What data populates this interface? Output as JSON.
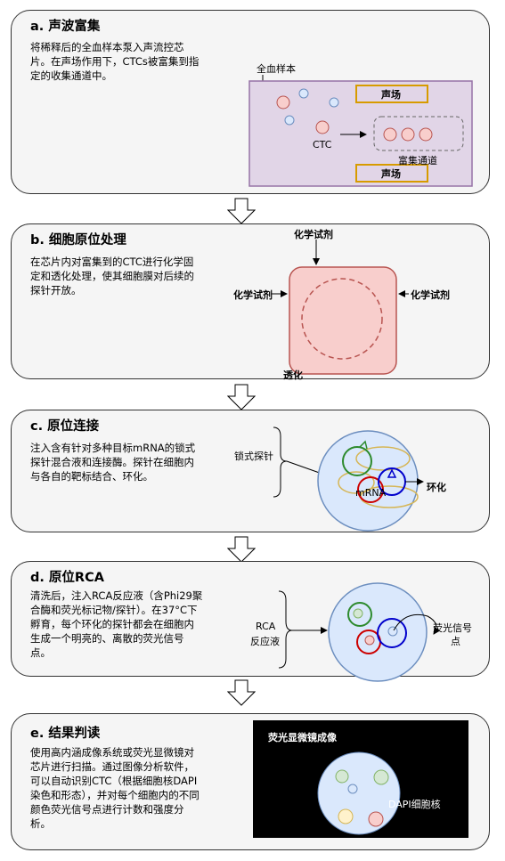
{
  "panel_a": {
    "title": "a. 声波富集",
    "desc": [
      "将稀释后的全血样本泵入声流控芯",
      "片。在声场作用下，CTCs被富集到指",
      "定的收集通道中。"
    ],
    "whole_blood_label": "全血样本",
    "acoustic_top": "声场",
    "acoustic_bottom": "声场",
    "ctc_label": "CTC",
    "collect_label": "富集通道"
  },
  "panel_b": {
    "title": "b. 细胞原位处理",
    "desc": [
      "在芯片内对富集到的CTC进行化学固",
      "定和透化处理，使其细胞膜对后续的",
      "探针开放。"
    ],
    "reagent_top": "化学试剂",
    "reagent_left": "化学试剂",
    "reagent_right": "化学试剂",
    "permeabilize": "透化"
  },
  "panel_c": {
    "title": "c. 原位连接",
    "desc": [
      "注入含有针对多种目标mRNA的锁式",
      "探针混合液和连接酶。探针在细胞内",
      "与各自的靶标结合、环化。"
    ],
    "probe_label": "锁式探针",
    "mrna_label": "mRNA",
    "circular_label": "环化"
  },
  "panel_d": {
    "title": "d. 原位RCA",
    "desc": [
      "清洗后，注入RCA反应液（含Phi29聚",
      "合酶和荧光标记物/探针）。在37°C下",
      "孵育，每个环化的探针都会在细胞内",
      "生成一个明亮的、离散的荧光信号",
      "点。"
    ],
    "rca_line1": "RCA",
    "rca_line2": "反应液",
    "signal_line1": "荧光信号",
    "signal_line2": "点"
  },
  "panel_e": {
    "title": "e. 结果判读",
    "desc": [
      "使用高内涵成像系统或荧光显微镜对",
      "芯片进行扫描。通过图像分析软件，",
      "可以自动识别CTC（根据细胞核DAPI",
      "染色和形态），并对每个细胞内的不同",
      "颜色荧光信号点进行计数和强度分",
      "析。"
    ],
    "image_title": "荧光显微镜成像",
    "dapi_label": "DAPI细胞核"
  },
  "colors": {
    "chip_fill": "#e1d5e7",
    "chip_border": "#9673a6",
    "acoustic_border": "#d79b00",
    "cell_pink": "#f8cecc",
    "cell_pink_border": "#b85450",
    "cell_blue": "#dae8fc",
    "cell_blue_border": "#6c8ebf",
    "panel_bg": "#f5f5f5"
  }
}
